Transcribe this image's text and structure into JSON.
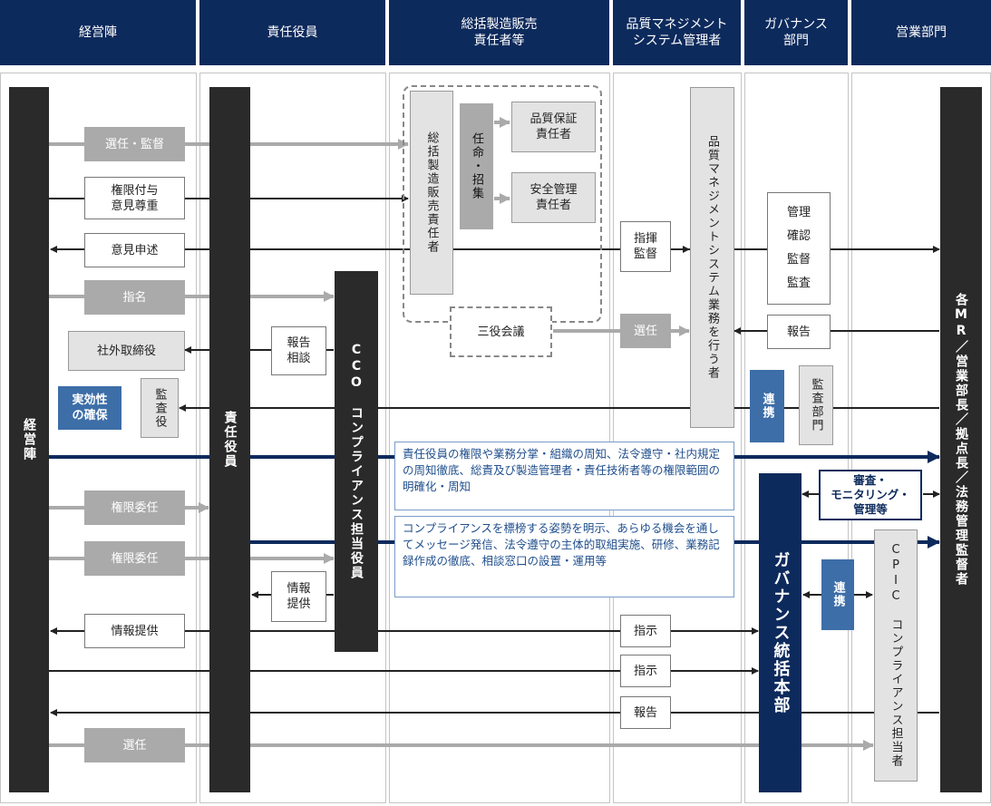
{
  "headers": [
    "経営陣",
    "責任役員",
    "総括製造販売\n責任者等",
    "品質マネジメント\nシステム管理者",
    "ガバナンス\n部門",
    "営業部門"
  ],
  "bars": {
    "management": "経営陣",
    "officer": "責任役員",
    "cco": "CCO　コンプライアンス担当役員",
    "qms": "品質マネジメントシステム業務を行う者",
    "governance_hq": "ガバナンス統括本部",
    "sales": "各MR／営業部長／拠点長／法務管理監督者"
  },
  "boxes": {
    "appoint_supervise": "選任・監督",
    "authority_respect": "権限付与\n意見尊重",
    "opinion": "意見申述",
    "nominate": "指名",
    "outside_director": "社外取締役",
    "report_consult": "報告\n相談",
    "effectiveness": "実効性\nの確保",
    "auditor": "監査役",
    "delegation1": "権限委任",
    "delegation2": "権限委任",
    "info_provide_cco": "情報\n提供",
    "info_provide": "情報提供",
    "appoint": "選任",
    "general_manager": "総括製造販売責任者",
    "appoint_summon": "任命・招集",
    "quality_assurance": "品質保証\n責任者",
    "safety_manager": "安全管理\n責任者",
    "three_roles": "三役会議",
    "command_supervise": "指揮\n監督",
    "appoint_qms": "選任",
    "instruct1": "指示",
    "instruct2": "指示",
    "report_hq": "報告",
    "manage_check": "管理\n確認\n監督\n監査",
    "report_gov": "報告",
    "cooperate1": "連携",
    "audit_dept": "監査部門",
    "review_monitor": "審査・\nモニタリング・\n管理等",
    "cooperate2": "連携",
    "cpic": "CPIC　コンプライアンス担当者"
  },
  "notes": {
    "note1": "責任役員の権限や業務分掌・組織の周知、法令遵守・社内規定の周知徹底、総責及び製造管理者・責任技術者等の権限範囲の明確化・周知",
    "note2": "コンプライアンスを標榜する姿勢を明示、あらゆる機会を通してメッセージ発信、法令遵守の主体的取組実施、研修、業務記録作成の徹底、相談窓口の設置・運用等"
  },
  "colors": {
    "header_bg": "#0d2a5c",
    "bar_dark": "#2a2a2a",
    "navy": "#0d2a5c",
    "accent_blue": "#3d6ea8",
    "gray_arrow": "#aaaaaa",
    "black_arrow": "#222222"
  }
}
